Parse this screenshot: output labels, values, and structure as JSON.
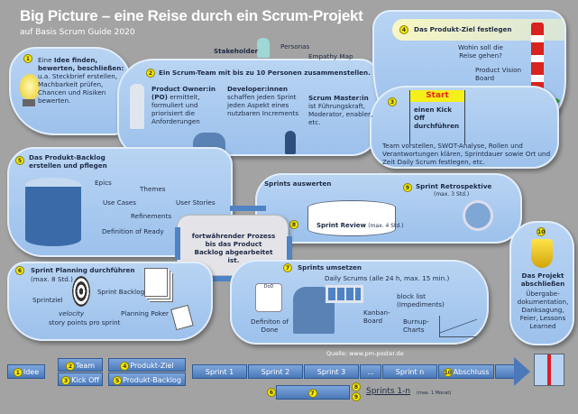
{
  "title": "Big Picture – eine Reise durch ein Scrum-Projekt",
  "subtitle": "auf Basis Scrum Guide 2020",
  "p1": {
    "num": "1",
    "bold": "Idee finden, bewerten, beschließen:",
    "pre": "Eine",
    "text": "u.a. Steckbrief erstellen, Machbarkeit prüfen, Chancen und Risiken bewerten."
  },
  "stakeholder": {
    "label": "Stakeholder",
    "personas": "Personas",
    "empathy": "Empathy Map"
  },
  "p2": {
    "num": "2",
    "title": "Ein Scrum-Team mit bis zu 10 Personen zusammenstellen.",
    "po_title": "Product Owner:in",
    "po_bold": "(PO)",
    "po_text": "ermittelt, formuliert und priorisiert die Anforderungen",
    "dev_title": "Developer:innen",
    "dev_text": "schaffen jeden Sprint jeden Aspekt eines nutzbaren Increments",
    "sm_title": "Scrum Master:in",
    "sm_text": "ist Führungskraft, Moderator, enabler, etc."
  },
  "p4": {
    "num": "4",
    "title": "Das Produkt-Ziel festlegen",
    "question": "Wohin soll die Reise gehen?",
    "board": "Product Vision Board"
  },
  "p3": {
    "num": "3",
    "start": "Start",
    "title": "einen Kick Off durchführen",
    "text": "Team vorstellen, SWOT-Analyse, Rollen und Verantwortungen klären, Sprintdauer sowie Ort und Zeit Daily Scrum festlegen, etc."
  },
  "p5": {
    "num": "5",
    "title": "Das Produkt-Backlog erstellen und pflegen",
    "items": [
      "Epics",
      "Themes",
      "Use Cases",
      "User Stories",
      "Refinements",
      "Definition of Ready"
    ]
  },
  "center": {
    "text": "fortwährender Prozess bis das Product Backlog abgearbeitet ist."
  },
  "review": {
    "title": "Sprints auswerten",
    "num8": "8",
    "review": "Sprint Review",
    "review_dur": "(max. 4 Std.)",
    "num9": "9",
    "retro": "Sprint Retrospektive",
    "retro_dur": "(max. 3 Std.)"
  },
  "p6": {
    "num": "6",
    "title": "Sprint Planning durchführen",
    "dur": "(max. 8 Std.)",
    "ziel": "Sprintziel",
    "backlog": "Sprint Backlog",
    "velocity": "velocity",
    "sp": "story points pro sprint",
    "poker": "Planning Poker"
  },
  "p7": {
    "num": "7",
    "title": "Sprints umsetzen",
    "daily": "Daily Scrums (alle 24 h, max. 15 min.)",
    "dod": "DoD",
    "dod_label": "Definiton of Done",
    "kanban": "Kanban-Board",
    "block": "block list (Impediments)",
    "burnup": "Burnup-Charts"
  },
  "p10": {
    "num": "10",
    "title": "Das Projekt abschließen",
    "text": "Übergabe-dokumentation, Danksagung, Feier, Lessons Learned"
  },
  "source": "Quelle: www.pm-poster.de",
  "timeline": {
    "idee": "Idee",
    "team": "Team",
    "kickoff": "Kick Off",
    "ziel": "Produkt-Ziel",
    "backlog": "Produkt-Backlog",
    "sprints": [
      "Sprint 1",
      "Sprint 2",
      "Sprint 3",
      "...",
      "Sprint n"
    ],
    "abschluss": "Abschluss",
    "n1": "1",
    "n2": "2",
    "n3": "3",
    "n4": "4",
    "n5": "5",
    "n6": "6",
    "n7": "7",
    "n8": "8",
    "n9": "9",
    "n10": "10",
    "sprints_label": "Sprints 1-n",
    "sprints_dur": "(max. 1 Monat)"
  }
}
